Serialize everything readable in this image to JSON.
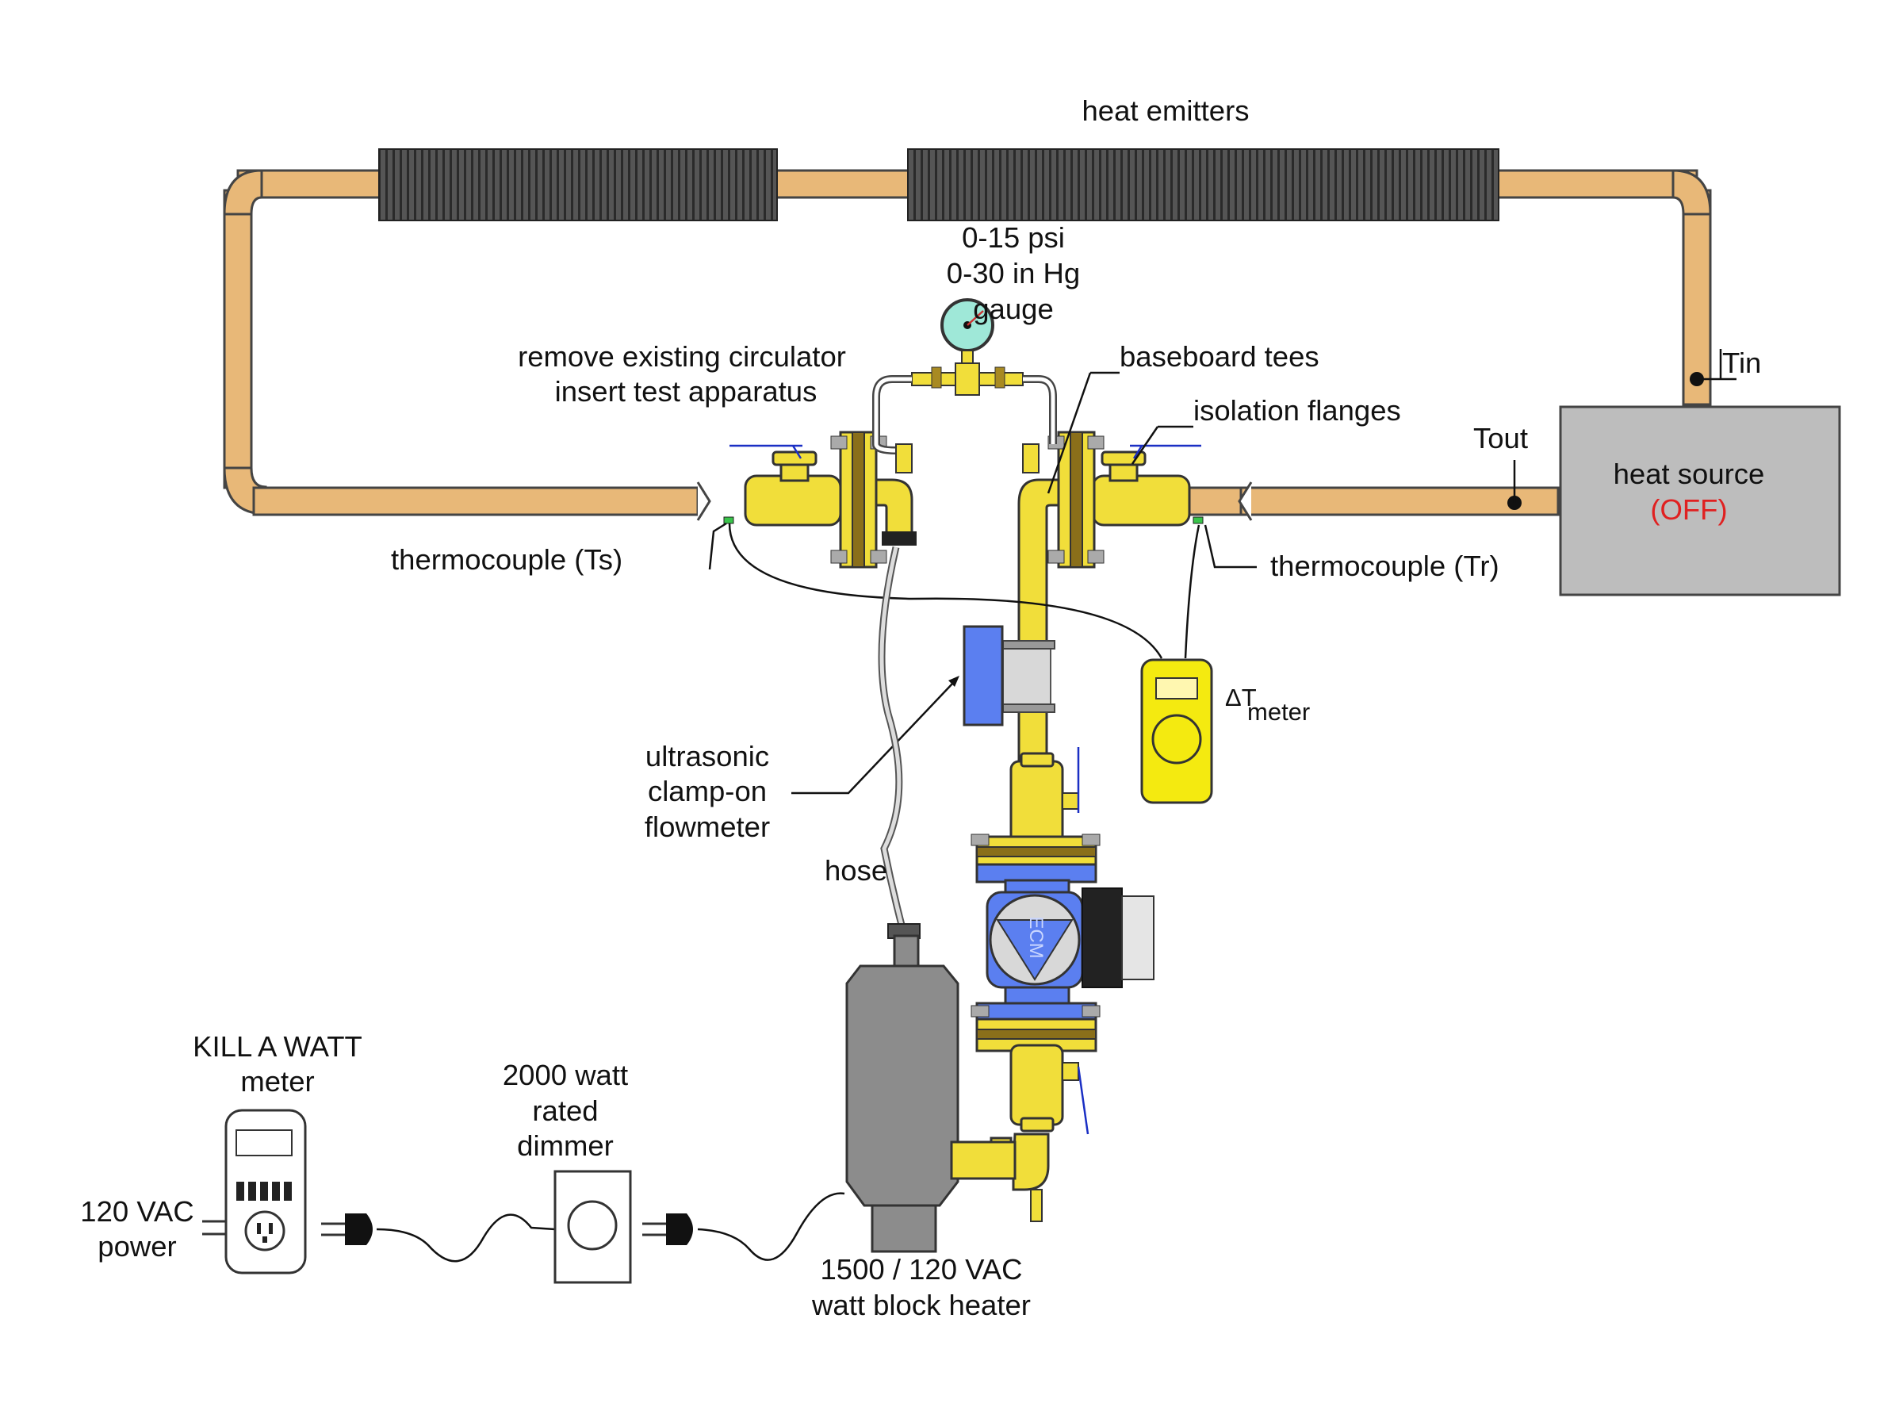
{
  "labels": {
    "heat_emitters": "heat emitters",
    "gauge_line1": "0-15 psi",
    "gauge_line2": "0-30 in Hg",
    "gauge_line3": "gauge",
    "remove_line1": "remove existing circulator",
    "remove_line2": "insert test apparatus",
    "baseboard_tees": "baseboard tees",
    "isolation_flanges": "isolation flanges",
    "tin": "Tin",
    "tout": "Tout",
    "heat_source": "heat source",
    "heat_source_state": "(OFF)",
    "thermocouple_ts": "thermocouple (Ts)",
    "thermocouple_tr": "thermocouple (Tr)",
    "delta_t_symbol": "ΔT",
    "delta_t_meter": "meter",
    "flowmeter_line1": "ultrasonic",
    "flowmeter_line2": "clamp-on",
    "flowmeter_line3": "flowmeter",
    "hose": "hose",
    "ecm": "ECM",
    "killawatt_line1": "KILL A WATT",
    "killawatt_line2": "meter",
    "dimmer_line1": "2000 watt",
    "dimmer_line2": "rated",
    "dimmer_line3": "dimmer",
    "power_line1": "120 VAC",
    "power_line2": "power",
    "heater_line1": "1500 / 120 VAC",
    "heater_line2": "watt block heater"
  },
  "colors": {
    "copper_pipe": "#e8b878",
    "brass": "#f1de3a",
    "pump_blue": "#5b7ff0",
    "heat_source_gray": "#bdbdbd",
    "heater_gray": "#8c8c8c",
    "off_red": "#e02020",
    "emitter_dark": "#444444",
    "gauge_face": "#9fe8d8"
  }
}
